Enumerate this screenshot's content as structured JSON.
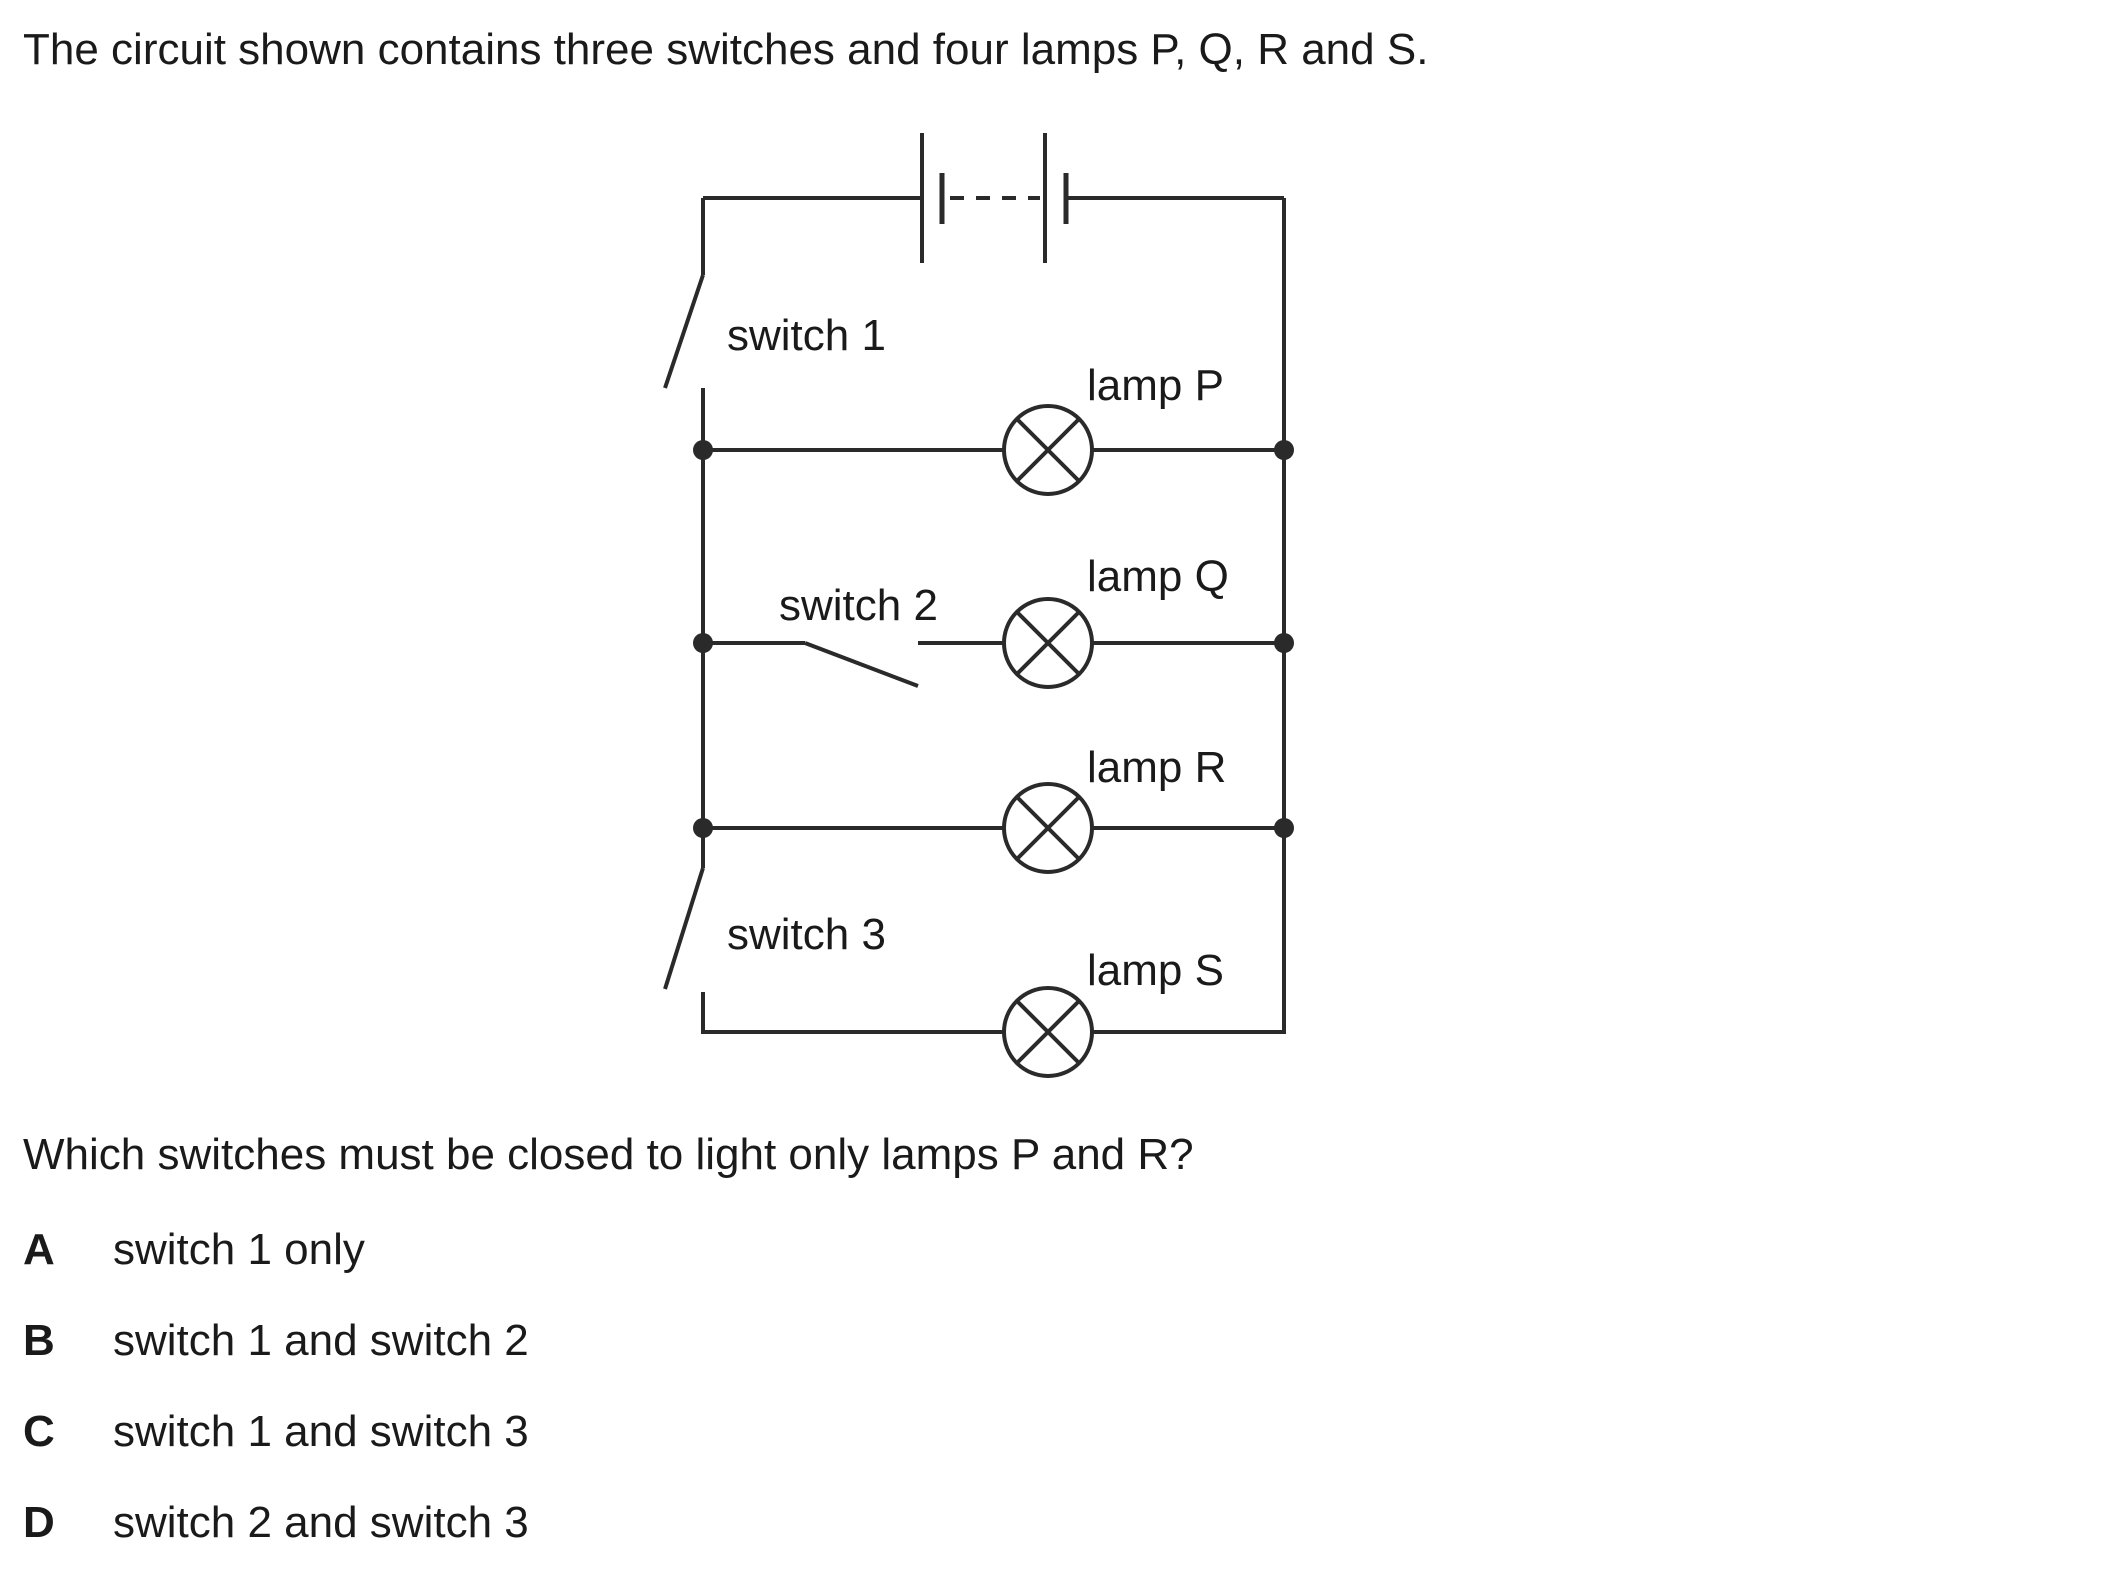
{
  "intro": "The circuit shown contains three switches and four lamps P, Q, R and S.",
  "diagram": {
    "switch_labels": [
      "switch 1",
      "switch 2",
      "switch 3"
    ],
    "lamp_labels": [
      "lamp P",
      "lamp Q",
      "lamp R",
      "lamp S"
    ],
    "elements": {
      "battery": "battery-icon",
      "switch": "open-switch-icon",
      "lamp": "lamp-icon",
      "junction": "junction-dot-icon"
    }
  },
  "question": "Which switches must be closed to light only lamps P and R?",
  "options": [
    {
      "letter": "A",
      "text": "switch 1 only"
    },
    {
      "letter": "B",
      "text": "switch 1 and switch 2"
    },
    {
      "letter": "C",
      "text": "switch 1 and switch 3"
    },
    {
      "letter": "D",
      "text": "switch 2 and switch 3"
    }
  ]
}
